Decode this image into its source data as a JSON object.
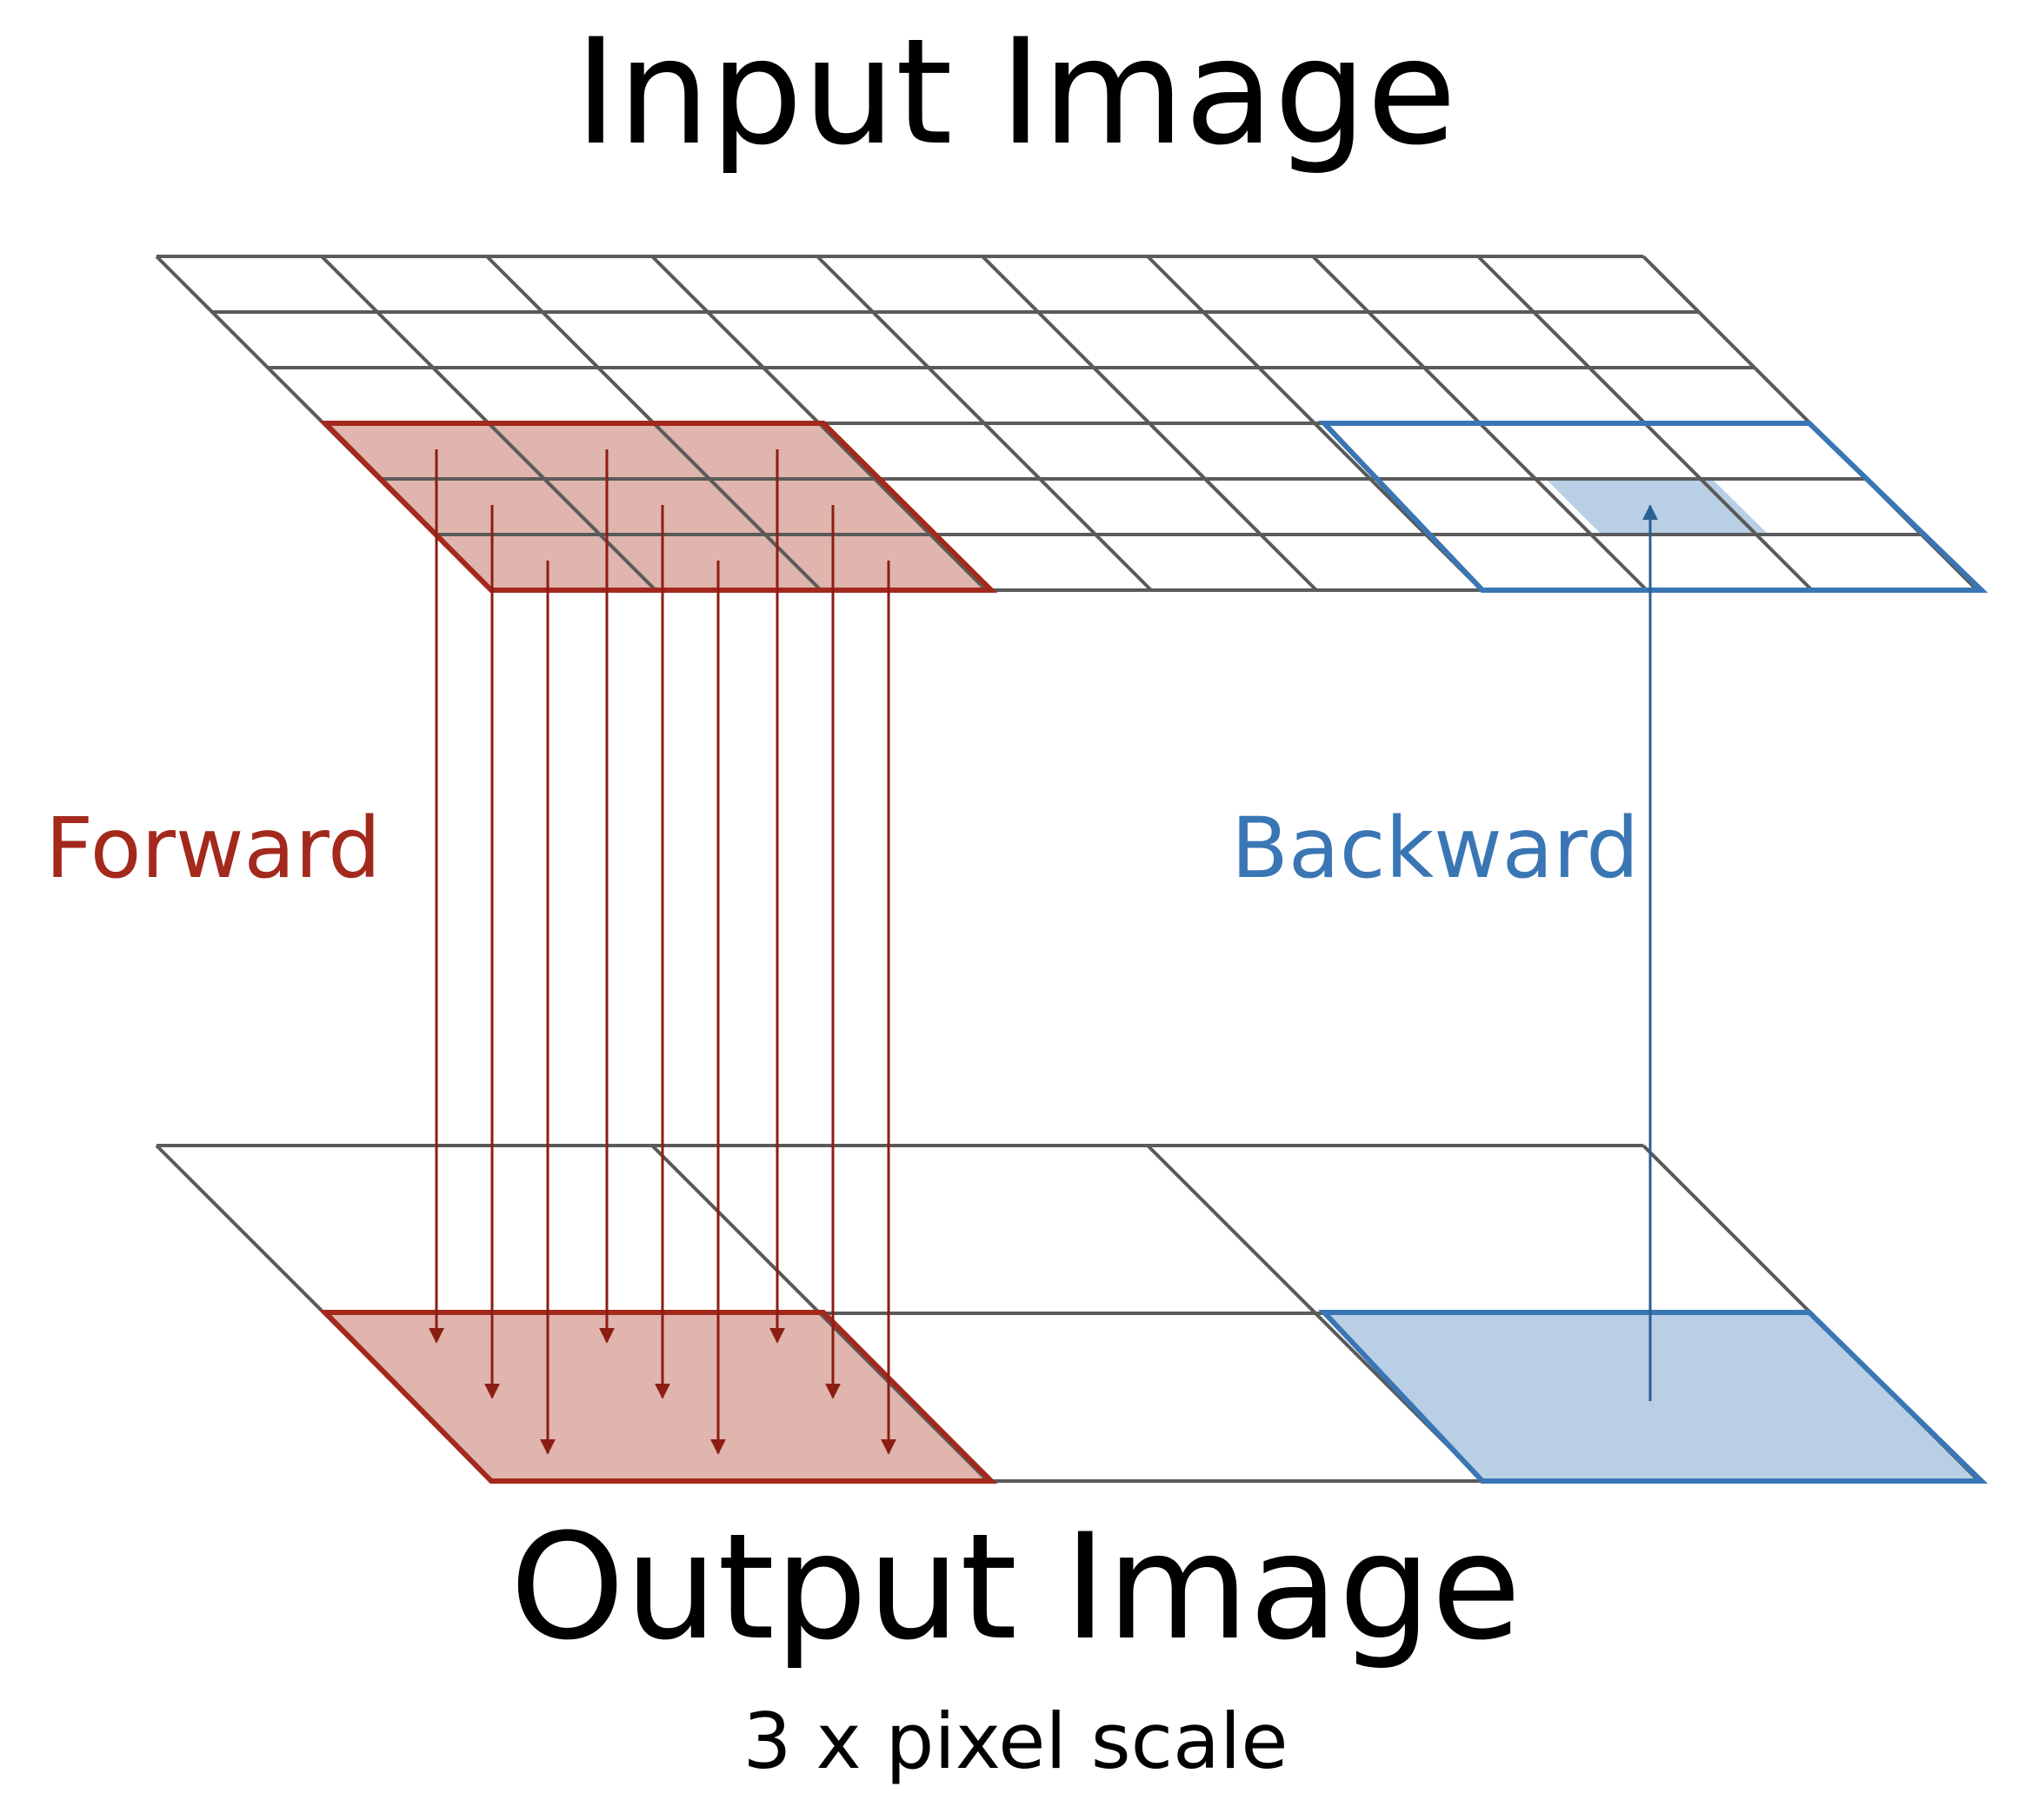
{
  "title_input": "Input Image",
  "title_output": "Output Image",
  "subtitle": "3 x pixel scale",
  "forward_label": "Forward",
  "backward_label": "Backward",
  "colors": {
    "grid": "#5a5a5a",
    "forward_stroke": "#a3291c",
    "forward_fill": "#dfb5ae",
    "forward_arrow": "#8b1d12",
    "backward_stroke": "#3a76b4",
    "backward_fill": "#b8cfe5",
    "backward_arrow": "#2b5f93",
    "text": "#000000"
  }
}
